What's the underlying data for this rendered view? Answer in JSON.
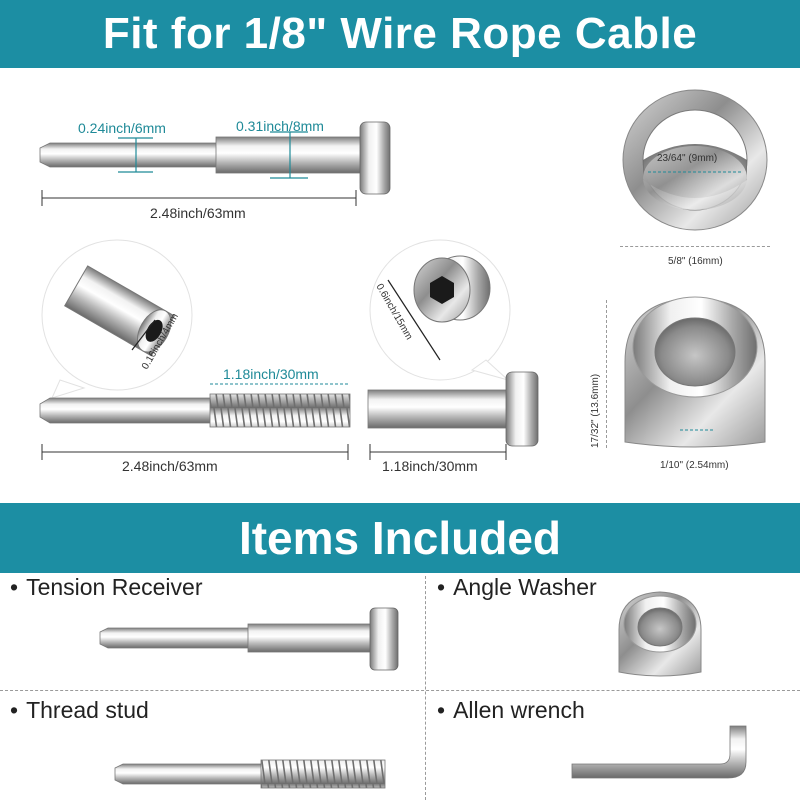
{
  "header": {
    "title": "Fit for 1/8\" Wire Rope Cable"
  },
  "specs": {
    "receiver_narrow_diameter": "0.24inch/6mm",
    "receiver_wide_diameter": "0.31inch/8mm",
    "receiver_length": "2.48inch/63mm",
    "washer_inner_diameter": "23/64\" (9mm)",
    "washer_outer_diameter": "5/8\" (16mm)",
    "angle_washer_height": "17/32\" (13.6mm)",
    "angle_washer_min_thickness": "1/10\" (2.54mm)",
    "stud_hole_diameter": "0.16inch/4mm",
    "stud_thread_length": "1.18inch/30mm",
    "stud_length": "2.48inch/63mm",
    "head_width": "0.6inch/15mm",
    "receiver_short_length": "1.18inch/30mm"
  },
  "items_section": {
    "title": "Items Included",
    "bullet": "•",
    "items": [
      {
        "label": "Tension Receiver"
      },
      {
        "label": "Angle Washer"
      },
      {
        "label": "Thread stud"
      },
      {
        "label": "Allen wrench"
      }
    ]
  },
  "colors": {
    "banner": "#1c8ea3",
    "dimension_text": "#1f8a98",
    "steel_light": "#e9e9e9",
    "steel_dark": "#8a8a8a"
  },
  "icons": [
    "tension-receiver-image",
    "thread-stud-image",
    "washer-image",
    "angle-washer-image",
    "allen-wrench-image",
    "hex-socket-image"
  ]
}
